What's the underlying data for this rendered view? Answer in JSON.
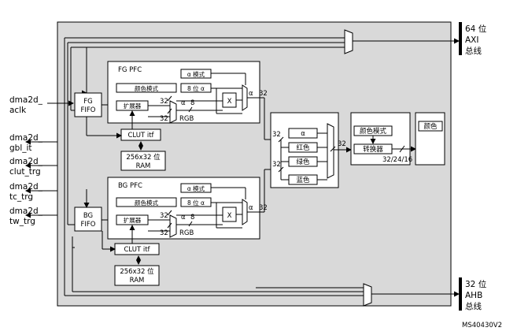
{
  "signals": {
    "aclk": [
      "dma2d_",
      "aclk"
    ],
    "gbl_it": [
      "dma2d_",
      "gbl_it"
    ],
    "clut_trg": [
      "dma2d_",
      "clut_trg"
    ],
    "tc_trg": [
      "dma2d_",
      "tc_trg"
    ],
    "tw_trg": [
      "dma2d_",
      "tw_trg"
    ]
  },
  "buses": {
    "axi": [
      "64 位",
      "AXI",
      "总线"
    ],
    "ahb": [
      "32 位",
      "AHB",
      "总线"
    ]
  },
  "fg": {
    "fifo": [
      "FG",
      "FIFO"
    ],
    "pfc_title": "FG PFC",
    "alpha_mode": "α 模式",
    "color_mode": "颜色模式",
    "alpha8": "8 位 α",
    "expander": "扩展器",
    "mult": "X",
    "w32a": "32",
    "w32b": "32",
    "alpha_lbl": "α",
    "w8": "8",
    "rgb": "RGB",
    "alpha_out": "α",
    "w32out": "32",
    "clut": "CLUT itf",
    "ram": [
      "256x32 位",
      "RAM"
    ]
  },
  "bg": {
    "fifo": [
      "BG",
      "FIFO"
    ],
    "pfc_title": "BG PFC",
    "alpha_mode": "α 模式",
    "color_mode": "颜色模式",
    "alpha8": "8 位 α",
    "expander": "扩展器",
    "mult": "X",
    "w32a": "32",
    "w32b": "32",
    "alpha_lbl": "α",
    "w8": "8",
    "rgb": "RGB",
    "alpha_out": "α",
    "w32out": "32",
    "clut": "CLUT itf",
    "ram": [
      "256x32 位",
      "RAM"
    ]
  },
  "blender": {
    "alpha": "α",
    "red": "红色",
    "green": "绿色",
    "blue": "蓝色",
    "w32_top": "32",
    "w32_mid": "32",
    "w32_bot": "32"
  },
  "output_pfc": {
    "color_mode": "颜色模式",
    "converter": "转换器",
    "width": "32/24/16"
  },
  "color_reg": "颜色",
  "figure_id": "MS40430V2"
}
